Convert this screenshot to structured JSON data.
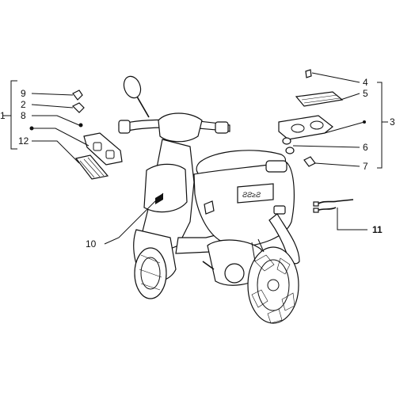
{
  "callouts": {
    "c1": "1",
    "c2": "2",
    "c3": "3",
    "c4": "4",
    "c5": "5",
    "c6": "6",
    "c7": "7",
    "c8": "8",
    "c9": "9",
    "c10": "10",
    "c11": "11",
    "c12": "12"
  },
  "colors": {
    "ink": "#111111",
    "paper": "#ffffff"
  }
}
